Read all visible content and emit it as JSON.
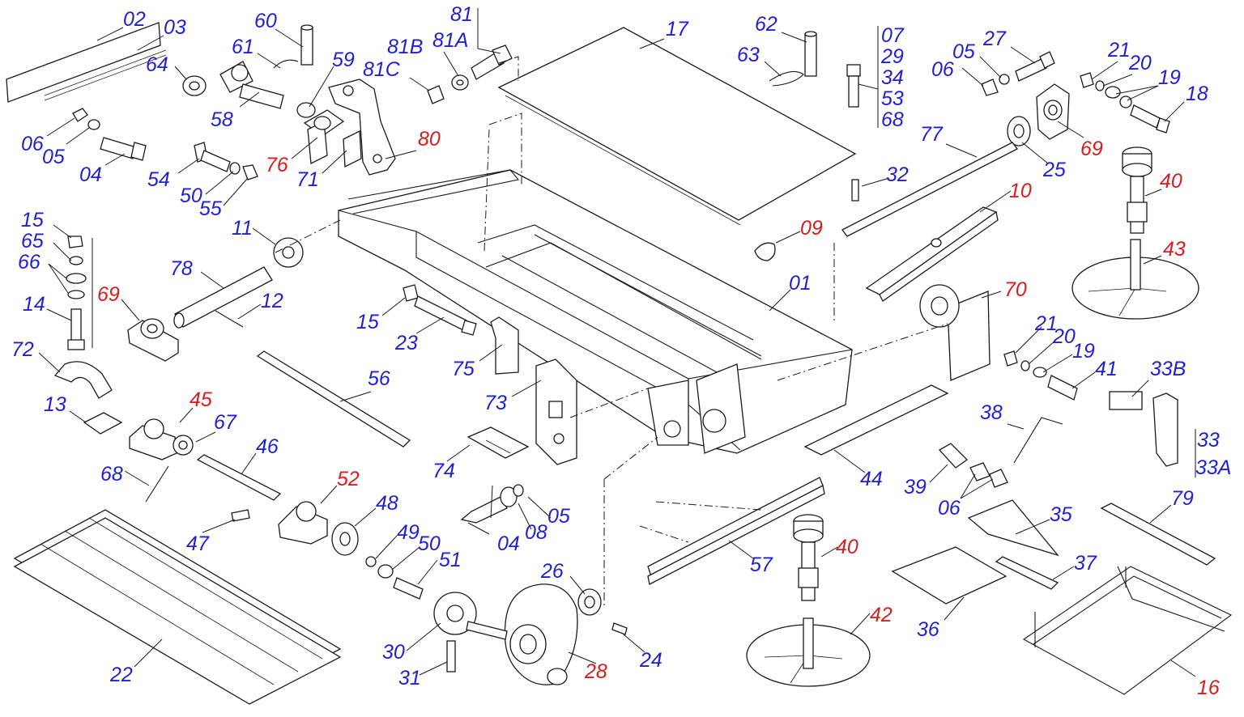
{
  "colors": {
    "label_standard": "#1f1fd6",
    "label_highlight": "#d91c1c",
    "line": "#1a1a1a",
    "background": "#ffffff"
  },
  "labels": {
    "l02": "02",
    "l03": "03",
    "l06a": "06",
    "l05a": "05",
    "l04a": "04",
    "l60": "60",
    "l61": "61",
    "l64": "64",
    "l59": "59",
    "l58": "58",
    "l81": "81",
    "l81a": "81A",
    "l81b": "81B",
    "l81c": "81C",
    "l17": "17",
    "l62": "62",
    "l63": "63",
    "l07": "07",
    "l29": "29",
    "l34": "34",
    "l53": "53",
    "l68a": "68",
    "l06b": "06",
    "l05b": "05",
    "l27": "27",
    "l21a": "21",
    "l20a": "20",
    "l19a": "19",
    "l18": "18",
    "l69a": "69",
    "l80": "80",
    "l76": "76",
    "l71": "71",
    "l54": "54",
    "l50a": "50",
    "l55": "55",
    "l77": "77",
    "l25": "25",
    "l32": "32",
    "l40a": "40",
    "l10": "10",
    "l09": "09",
    "l15a": "15",
    "l65": "65",
    "l66": "66",
    "l14": "14",
    "l69b": "69",
    "l11": "11",
    "l78": "78",
    "l12": "12",
    "l43": "43",
    "l01": "01",
    "l70": "70",
    "l15b": "15",
    "l23": "23",
    "l72": "72",
    "l75": "75",
    "l21b": "21",
    "l20b": "20",
    "l19b": "19",
    "l41": "41",
    "l33b": "33B",
    "l56": "56",
    "l73": "73",
    "l13": "13",
    "l45": "45",
    "l67": "67",
    "l38": "38",
    "l33": "33",
    "l33a": "33A",
    "l46": "46",
    "l74": "74",
    "l68b": "68",
    "l52": "52",
    "l44": "44",
    "l39": "39",
    "l06c": "06",
    "l79": "79",
    "l47": "47",
    "l48": "48",
    "l05c": "05",
    "l08": "08",
    "l04b": "04",
    "l35": "35",
    "l49": "49",
    "l50b": "50",
    "l40b": "40",
    "l57": "57",
    "l37": "37",
    "l51": "51",
    "l26": "26",
    "l42": "42",
    "l36": "36",
    "l30": "30",
    "l24": "24",
    "l22": "22",
    "l31": "31",
    "l28": "28",
    "l16": "16"
  }
}
